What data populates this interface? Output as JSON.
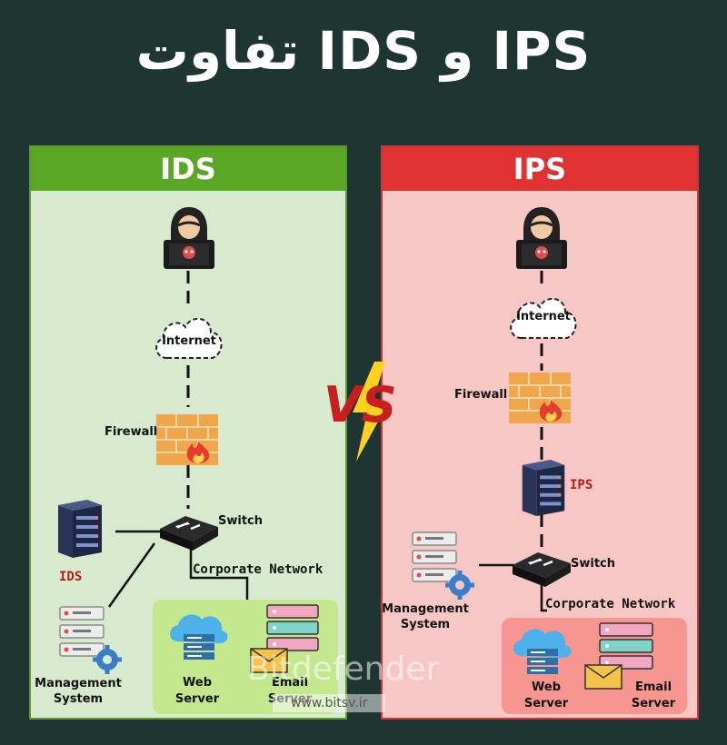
{
  "title": "تفاوت IDS و IPS",
  "ids_panel": {
    "header": "IDS",
    "internet": "Internet",
    "firewall": "Firewall",
    "switch": "Switch",
    "ids_label": "IDS",
    "corporate": "Corporate Network",
    "management": "Management\nSystem",
    "web": "Web\nServer",
    "email": "Email\nServer"
  },
  "ips_panel": {
    "header": "IPS",
    "internet": "Internet",
    "firewall": "Firewall",
    "ips_label": "IPS",
    "switch": "Switch",
    "corporate": "Corporate Network",
    "management": "Management\nSystem",
    "web": "Web\nServer",
    "email": "Email\nServer"
  },
  "vs_badge": "VS",
  "watermark": {
    "brand": "Bitdefender",
    "url": "www.bitsv.ir"
  },
  "colors": {
    "background": "#1f3531",
    "ids_accent": "#5aa726",
    "ips_accent": "#e03232",
    "ids_panel": "#d7eace",
    "ips_panel": "#f6c7c5"
  },
  "icons": [
    "hacker-icon",
    "cloud-icon",
    "firewall-icon",
    "switch-icon",
    "server-rack-icon",
    "management-server-icon",
    "web-server-icon",
    "email-server-icon"
  ]
}
